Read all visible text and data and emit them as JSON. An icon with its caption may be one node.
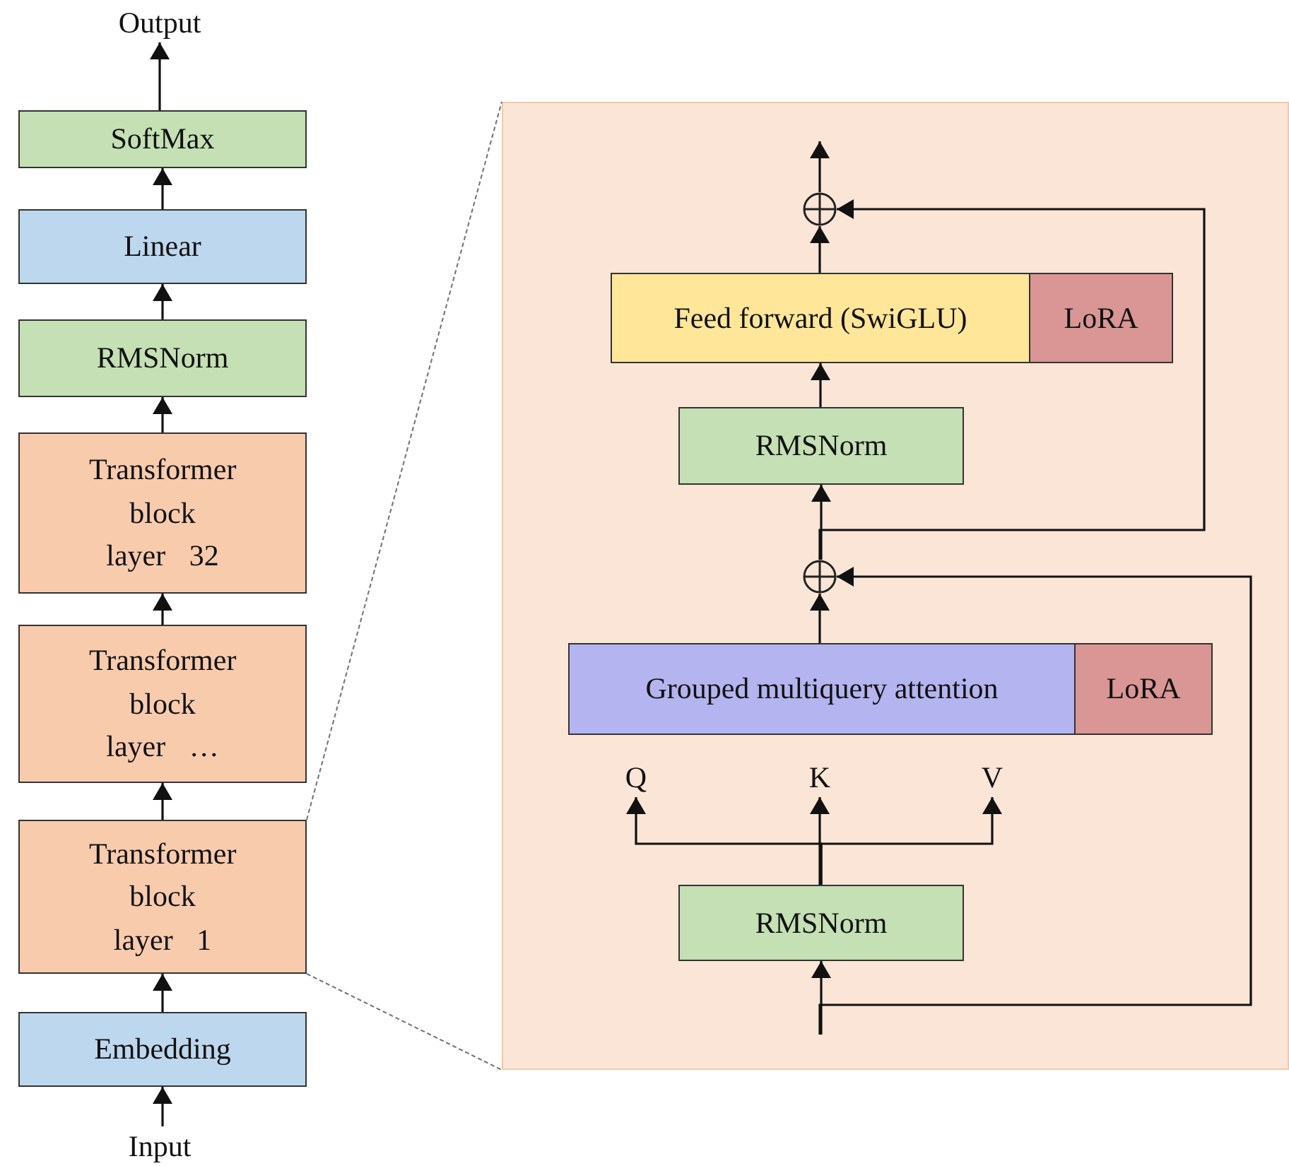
{
  "diagram": {
    "nodes": [
      {
        "text": [
          "Output"
        ]
      },
      {
        "text": [
          "SoftMax"
        ]
      },
      {
        "text": [
          "Linear"
        ]
      },
      {
        "text": [
          "RMSNorm"
        ]
      },
      {
        "text": [
          "Transformer block layer 32"
        ]
      },
      {
        "text": [
          "Transformer block layer …"
        ]
      },
      {
        "text": [
          "Transformer block layer 1"
        ]
      },
      {
        "text": [
          "Embedding"
        ]
      },
      {
        "text": [
          "Input"
        ]
      },
      {
        "text": [],
        "shape": "box"
      },
      {
        "text": [],
        "shape": "circle",
        "in": 9
      },
      {
        "text": [
          "Feed forward (SwiGLU)"
        ],
        "in": 9
      },
      {
        "text": [
          "LoRA"
        ],
        "in": 9
      },
      {
        "text": [
          "RMSNorm"
        ],
        "in": 9
      },
      {
        "text": [],
        "shape": "circle",
        "in": 9
      },
      {
        "text": [
          "Grouped multiquery attention"
        ],
        "in": 9
      },
      {
        "text": [
          "LoRA"
        ],
        "in": 9
      },
      {
        "text": [
          "Q"
        ],
        "in": 9
      },
      {
        "text": [
          "K"
        ],
        "in": 9
      },
      {
        "text": [
          "V"
        ],
        "in": 9
      },
      {
        "text": [
          "RMSNorm"
        ],
        "in": 9
      }
    ],
    "edges": [
      {
        "from": 8,
        "to": 7,
        "arrow": "to"
      },
      {
        "from": 7,
        "to": 6,
        "arrow": "to"
      },
      {
        "from": 6,
        "to": 5,
        "arrow": "to"
      },
      {
        "from": 5,
        "to": 4,
        "arrow": "to"
      },
      {
        "from": 4,
        "to": 3,
        "arrow": "to"
      },
      {
        "from": 3,
        "to": 2,
        "arrow": "to"
      },
      {
        "from": 2,
        "to": 1,
        "arrow": "to"
      },
      {
        "from": 1,
        "to": 0,
        "arrow": "to"
      },
      {
        "from": 6,
        "to": 9,
        "arrow": "none",
        "style": "dashed",
        "color": "#707070"
      },
      {
        "from": 6,
        "to": 9,
        "arrow": "none",
        "style": "dashed",
        "color": "#707070"
      },
      {
        "from": null,
        "to": 20,
        "arrow": "to"
      },
      {
        "from": null,
        "to": 14,
        "arrow": "to"
      },
      {
        "from": 20,
        "to": 17,
        "arrow": "to"
      },
      {
        "from": 20,
        "to": 18,
        "arrow": "to"
      },
      {
        "from": 20,
        "to": 19,
        "arrow": "to"
      },
      {
        "from": 15,
        "to": 14,
        "arrow": "to"
      },
      {
        "from": 14,
        "to": 13,
        "arrow": "to"
      },
      {
        "from": 14,
        "to": 10,
        "arrow": "to"
      },
      {
        "from": 13,
        "to": 11,
        "arrow": "to"
      },
      {
        "from": 11,
        "to": 10,
        "arrow": "to"
      },
      {
        "from": 10,
        "to": null,
        "arrow": "to"
      }
    ]
  }
}
